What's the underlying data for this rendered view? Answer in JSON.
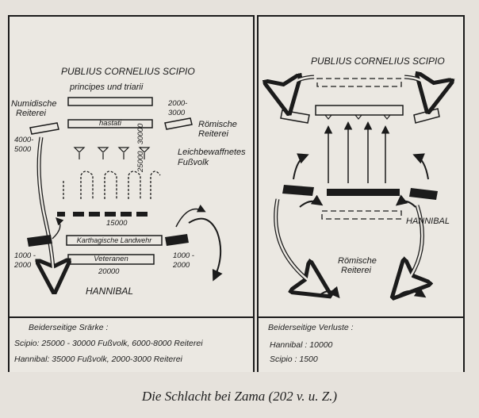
{
  "left": {
    "scipio": "PUBLIUS CORNELIUS SCIPIO",
    "principes": "principes und triarii",
    "numidische": [
      "Numidische",
      "Reiterei"
    ],
    "num_count": [
      "4000-",
      "5000"
    ],
    "hastati": "hastati",
    "inf_count": "25000 - 30000",
    "roem_count": [
      "2000-",
      "3000"
    ],
    "roemische": [
      "Römische",
      "Reiterei"
    ],
    "leicht": [
      "Leichbewaffnetes",
      "Fußvolk"
    ],
    "light_count": "15000",
    "landwehr": "Karthagische Landwehr",
    "veteranen": "Veteranen",
    "vet_count": "20000",
    "left_cav_count": [
      "1000 -",
      "2000"
    ],
    "right_cav_count": [
      "1000 -",
      "2000"
    ],
    "hannibal": "HANNIBAL",
    "legend_title": "Beiderseitige Srärke :",
    "legend_scipio": "Scipio: 25000 - 30000 Fußvolk, 6000-8000 Reiterei",
    "legend_hannibal": "Hannibal: 35000 Fußvolk, 2000-3000 Reiterei"
  },
  "right": {
    "scipio": "PUBLIUS CORNELIUS SCIPIO",
    "hannibal": "HANNIBAL",
    "roemische": [
      "Römische",
      "Reiterei"
    ],
    "legend_title": "Beiderseitige Verluste :",
    "legend_hannibal": "Hannibal : 10000",
    "legend_scipio": "Scipio : 1500"
  },
  "caption": "Die Schlacht bei Zama (202 v. u. Z.)",
  "colors": {
    "ink": "#1b1b1b",
    "paper": "#ebe8e2"
  }
}
